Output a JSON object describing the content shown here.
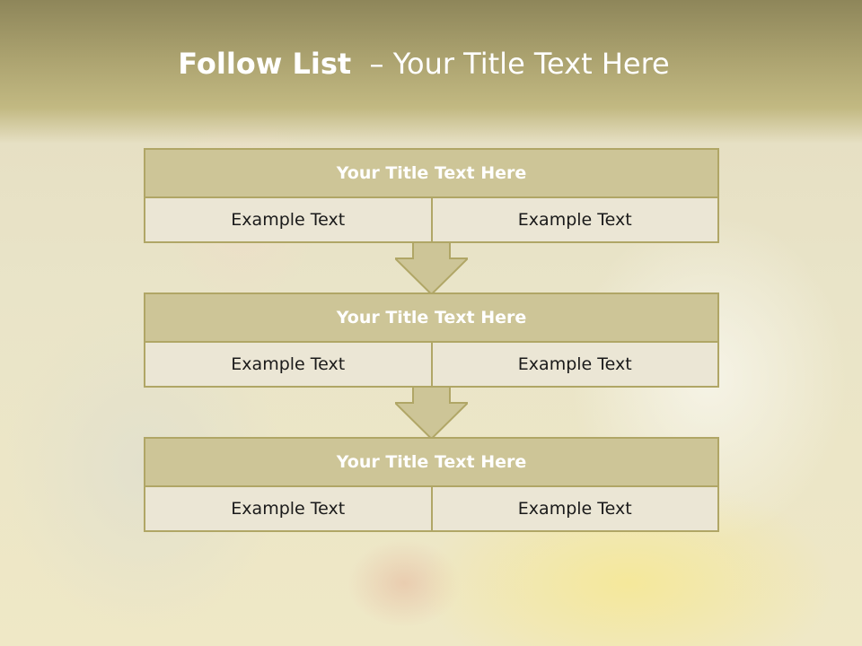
{
  "slide": {
    "title_bold": "Follow List",
    "title_rest": "– Your Title Text Here"
  },
  "blocks": [
    {
      "title": "Your Title Text Here",
      "cells": [
        "Example Text",
        "Example Text"
      ]
    },
    {
      "title": "Your Title Text Here",
      "cells": [
        "Example Text",
        "Example Text"
      ]
    },
    {
      "title": "Your Title Text Here",
      "cells": [
        "Example Text",
        "Example Text"
      ]
    }
  ],
  "colors": {
    "header": "#aba26f",
    "box_title_fill": "#cdc597",
    "box_cell_fill": "#ebe6d5",
    "border": "#b0a666",
    "arrow_fill": "#cdc597"
  },
  "icons": {
    "connector": "down-arrow-icon"
  }
}
